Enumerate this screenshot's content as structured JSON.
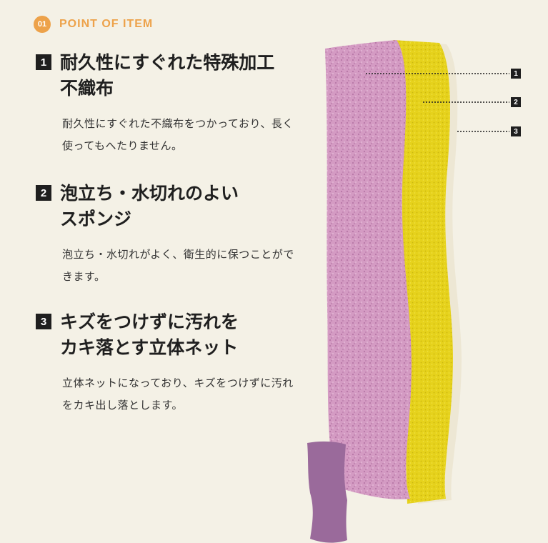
{
  "header": {
    "badge": "01",
    "title": "POINT OF ITEM"
  },
  "points": [
    {
      "number": "1",
      "title": "耐久性にすぐれた特殊加工\n不織布",
      "desc": "耐久性にすぐれた不織布をつかっており、長く使ってもへたりません。"
    },
    {
      "number": "2",
      "title": "泡立ち・水切れのよい\nスポンジ",
      "desc": "泡立ち・水切れがよく、衛生的に保つことができます。"
    },
    {
      "number": "3",
      "title": "キズをつけずに汚れを\nカキ落とす立体ネット",
      "desc": "立体ネットになっており、キズをつけずに汚れをカキ出し落とします。"
    }
  ],
  "markers": [
    "1",
    "2",
    "3"
  ],
  "colors": {
    "background": "#f4f1e6",
    "accent": "#eda24a",
    "pink_layer": "#d49bc3",
    "yellow_layer": "#e6d21c",
    "purple_sample": "#9a6a9b"
  }
}
